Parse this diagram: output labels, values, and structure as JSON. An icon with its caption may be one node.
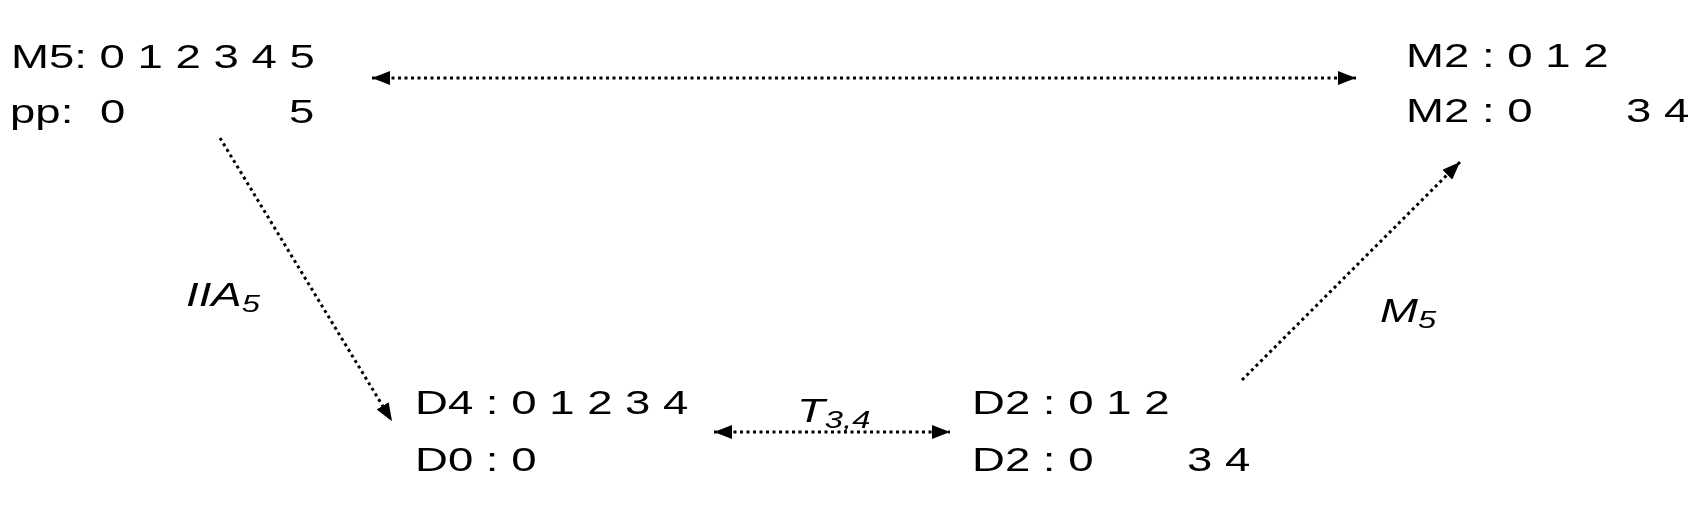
{
  "diagram": {
    "nodes": [
      {
        "text": [
          "M5: 0 1 2 3 4 5",
          "pp:",
          "0",
          "5"
        ]
      },
      {
        "text": [
          "M2 : 0 1 2",
          "M2 : 0",
          "3 4"
        ]
      },
      {
        "text": [
          "D4 : 0 1 2 3 4",
          "D0 : 0"
        ]
      },
      {
        "text": [
          "D2 : 0 1 2",
          "D2 : 0",
          "3 4"
        ]
      }
    ],
    "edges": [
      {
        "from": 0,
        "to": 1,
        "arrow": "both",
        "style": "dashed"
      },
      {
        "from": 0,
        "to": 2,
        "arrow": "to",
        "label": "IIA$_{5}$",
        "style": "dashed"
      },
      {
        "from": 2,
        "to": 3,
        "arrow": "both",
        "label": "T$_{3,4}$",
        "style": "dashed"
      },
      {
        "from": 3,
        "to": 1,
        "arrow": "to",
        "label": "M$_{5}$",
        "style": "dashed"
      }
    ]
  }
}
